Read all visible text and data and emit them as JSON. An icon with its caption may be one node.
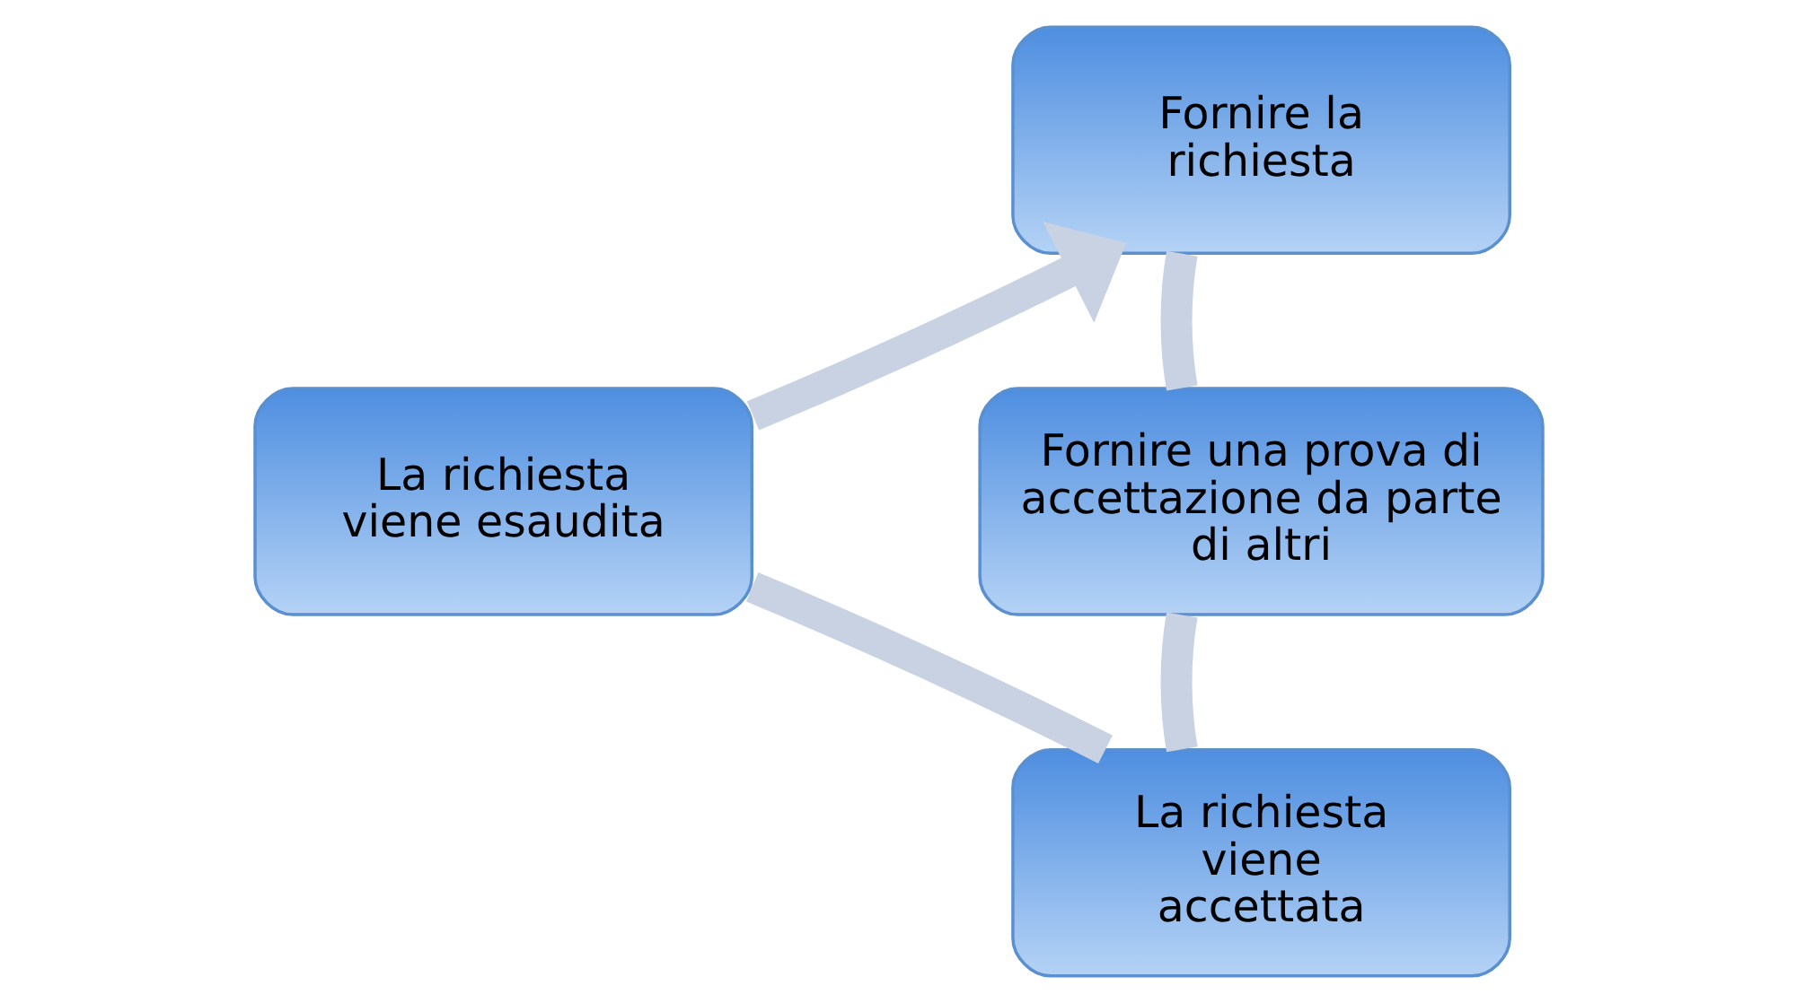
{
  "diagram": {
    "nodes": [
      {
        "text": [
          "Fornire la richiesta"
        ]
      },
      {
        "text": [
          "Fornire una prova di accettazione da parte di altri"
        ]
      },
      {
        "text": [
          "La richiesta viene accettata"
        ]
      },
      {
        "text": [
          "La richiesta viene esaudita"
        ]
      }
    ],
    "edges": [
      {
        "from": 0,
        "to": 1,
        "arrow": "none"
      },
      {
        "from": 1,
        "to": 2,
        "arrow": "none"
      },
      {
        "from": 2,
        "to": 3,
        "arrow": "none"
      },
      {
        "from": 3,
        "to": 0,
        "arrow": "to"
      }
    ]
  }
}
